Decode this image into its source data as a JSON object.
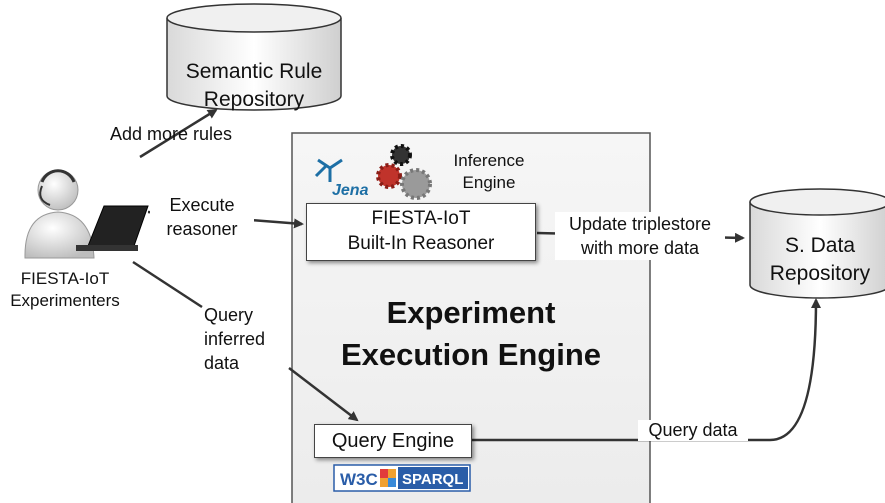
{
  "semantic_repo": {
    "line1": "Semantic Rule",
    "line2": "Repository"
  },
  "data_repo": {
    "line1": "S. Data",
    "line2": "Repository"
  },
  "experimenters": {
    "line1": "FIESTA-IoT",
    "line2": "Experimenters"
  },
  "engine": {
    "title_line1": "Experiment",
    "title_line2": "Execution Engine"
  },
  "inference": {
    "line1": "Inference",
    "line2": "Engine"
  },
  "reasoner": {
    "line1": "FIESTA-IoT",
    "line2": "Built-In Reasoner"
  },
  "query_engine": {
    "label": "Query Engine"
  },
  "logos": {
    "jena": "Jena",
    "w3c": "W3C",
    "sparql": "SPARQL"
  },
  "edges": {
    "add_rules": "Add more rules",
    "execute_line1": "Execute",
    "execute_line2": "reasoner",
    "update_line1": "Update triplestore",
    "update_line2": "with more data",
    "query_inferred_line1": "Query",
    "query_inferred_line2": "inferred",
    "query_inferred_line3": "data",
    "query_data": "Query data"
  }
}
